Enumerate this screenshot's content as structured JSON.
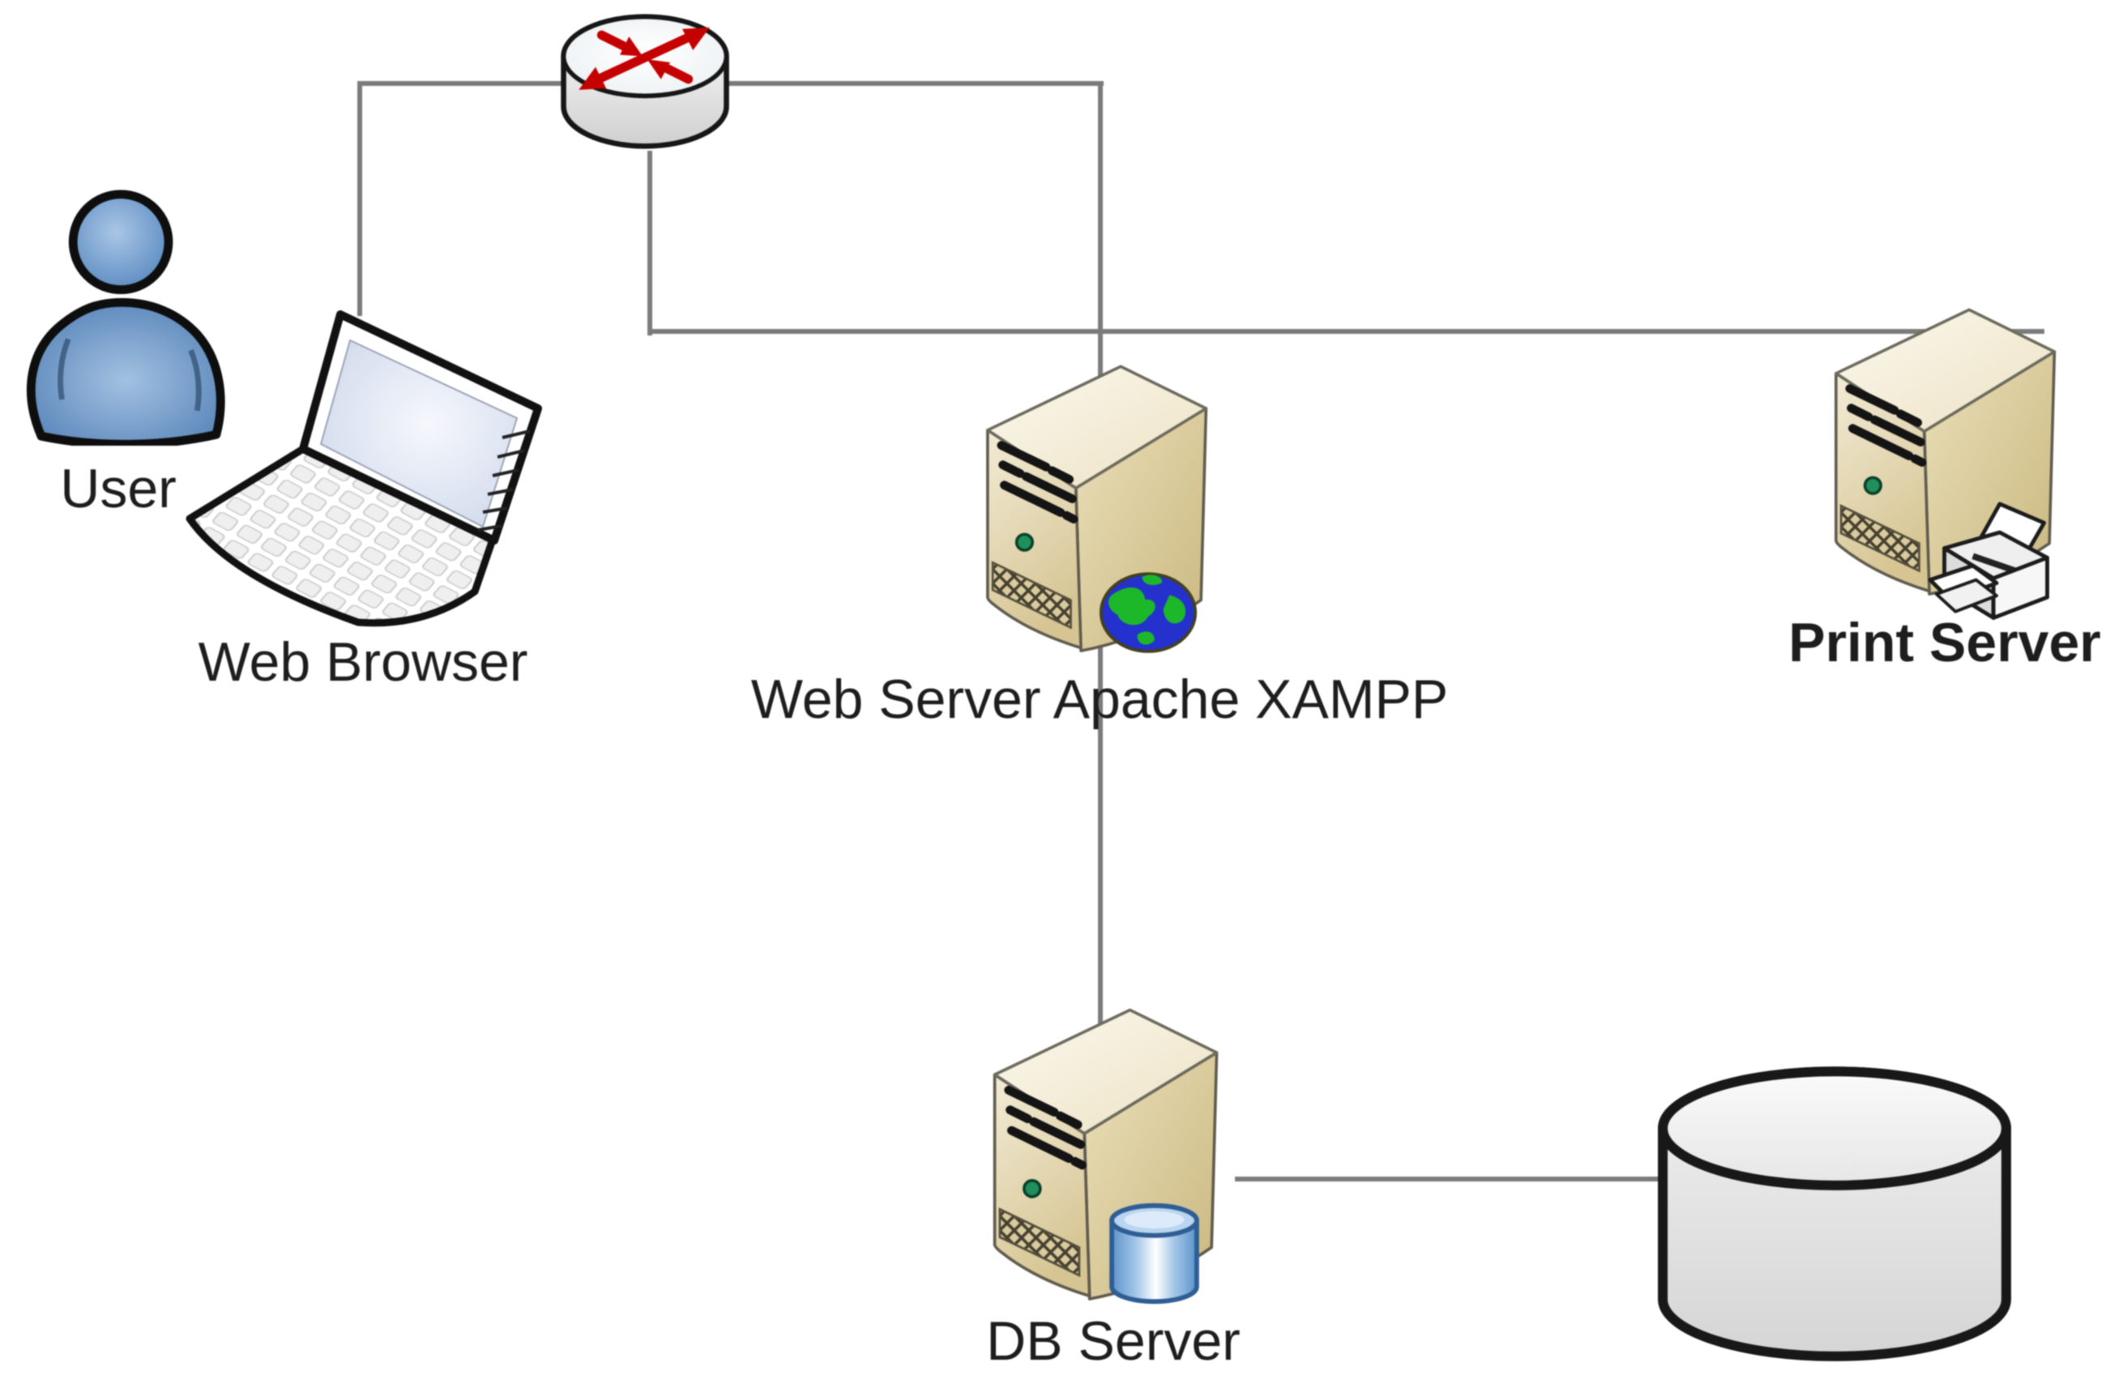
{
  "diagram": {
    "nodes": {
      "user": {
        "label": "User",
        "icon": "person-icon",
        "color": "#5585c0"
      },
      "web_browser": {
        "label": "Web Browser",
        "icon": "laptop-icon"
      },
      "router": {
        "icon": "router-icon",
        "arrow_color": "#c40000"
      },
      "web_server": {
        "label": "Web Server Apache XAMPP",
        "icon": "server-tower-icon",
        "overlay_icon": "globe-icon"
      },
      "print_server": {
        "label": "Print Server",
        "icon": "server-tower-icon",
        "overlay_icon": "printer-icon"
      },
      "db_server": {
        "label": "DB Server",
        "icon": "server-tower-icon",
        "overlay_icon": "database-small-cylinder-icon"
      },
      "database": {
        "icon": "database-cylinder-icon"
      }
    },
    "connections": [
      {
        "from": "web_browser",
        "to": "router"
      },
      {
        "from": "router",
        "to": "web_server"
      },
      {
        "from": "router",
        "to": "print_server"
      },
      {
        "from": "web_server",
        "to": "db_server"
      },
      {
        "from": "db_server",
        "to": "database"
      }
    ],
    "colors": {
      "background": "#ffffff",
      "connector": "#7b7b7b",
      "label_text": "#1d1d1d",
      "server_body_tan": "#e0d1a4",
      "user_blue": "#5585c0",
      "router_arrow_red": "#c40000",
      "globe_blue": "#2431cc",
      "globe_green": "#1db82a",
      "small_db_cylinder_blue": "#6ca3d8",
      "large_cylinder_gray": "#e9e9e9"
    }
  }
}
